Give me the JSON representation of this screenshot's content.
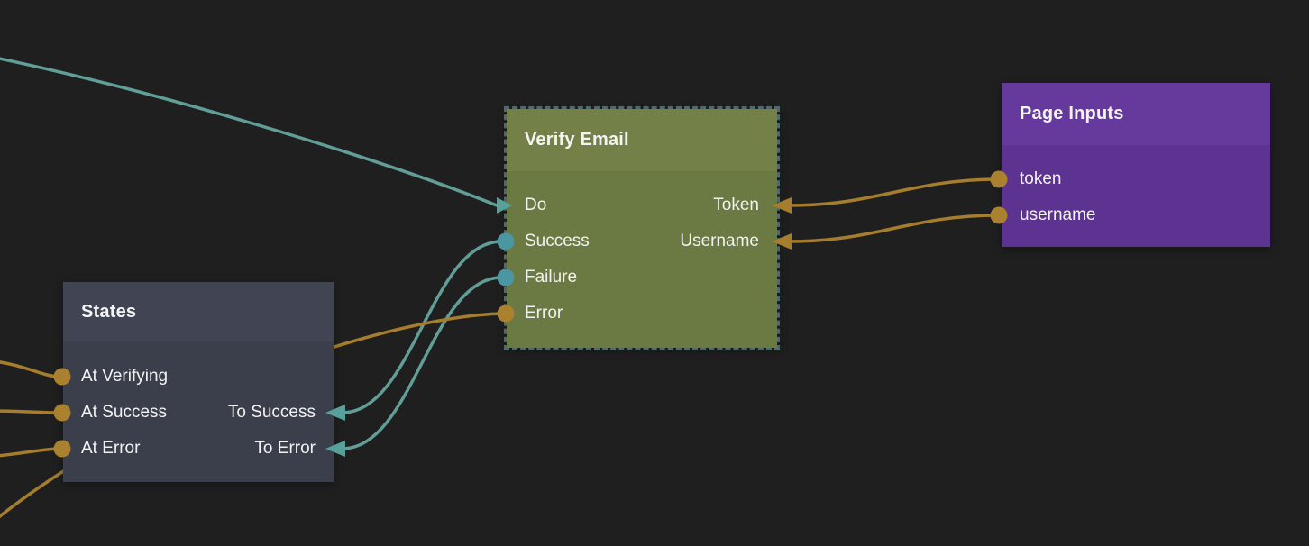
{
  "app": {
    "name": "visual node graph editor"
  },
  "colors": {
    "background": "#1f1f1f",
    "wire_teal": "#619e98",
    "wire_orange": "#a57d2c",
    "port_circle_teal": "#4a96a1",
    "port_circle_orange": "#a9812f",
    "arrow_teal": "#58a09a",
    "arrow_orange": "#a57d2c",
    "verify_email_header": "#738149",
    "verify_email_body": "#6b7942",
    "verify_email_selection_dash": "#50696a",
    "page_inputs_header": "#66399d",
    "page_inputs_body": "#5c3390",
    "states_header": "#404453",
    "states_body": "#3b3f4c",
    "label_text": "#f2f2f2"
  },
  "nodes": {
    "verify_email": {
      "title": "Verify Email",
      "selected": true,
      "left_ports": [
        "Do",
        "Success",
        "Failure",
        "Error"
      ],
      "right_ports": [
        "Token",
        "Username"
      ]
    },
    "page_inputs": {
      "title": "Page Inputs",
      "left_ports": [
        "token",
        "username"
      ]
    },
    "states": {
      "title": "States",
      "left_ports": [
        "At Verifying",
        "At Success",
        "At Error"
      ],
      "right_ports": [
        "To Success",
        "To Error"
      ]
    }
  },
  "connections": [
    {
      "from": "offscreen-top-left",
      "to": "verify_email.Do",
      "color": "teal"
    },
    {
      "from": "page_inputs.token",
      "to": "verify_email.Token",
      "color": "orange"
    },
    {
      "from": "page_inputs.username",
      "to": "verify_email.Username",
      "color": "orange"
    },
    {
      "from": "verify_email.Success",
      "to": "states.To Success",
      "color": "teal"
    },
    {
      "from": "verify_email.Failure",
      "to": "states.To Error",
      "color": "teal"
    },
    {
      "from": "verify_email.Error",
      "to": "offscreen-bottom-left",
      "color": "orange"
    },
    {
      "from": "offscreen-left",
      "to": "states.At Verifying",
      "color": "orange"
    },
    {
      "from": "offscreen-left",
      "to": "states.At Success",
      "color": "orange"
    },
    {
      "from": "offscreen-left",
      "to": "states.At Error",
      "color": "orange"
    }
  ]
}
